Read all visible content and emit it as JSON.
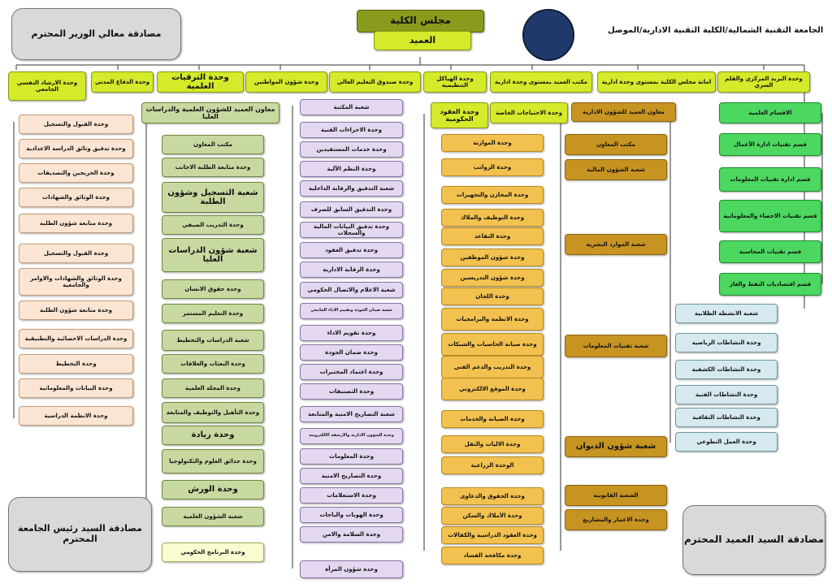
{
  "header": {
    "university": "الجامعة التقنية الشمالية/الكلية التقنية الادارية/الموصل",
    "council": "مجلس الكلية",
    "dean": "العميد",
    "approval_minister": "مصادقة معالي الوزير المحترم",
    "approval_president": "مصادقة السيد رئيس الجامعة المحترم",
    "approval_dean": "مصادقة السيد العميد المحترم"
  },
  "top_row": [
    "وحدة البريد المركزي والقلم السري",
    "امانة مجلس الكلية بمستوى وحدة ادارية",
    "مكتب العميد بمستوى وحدة ادارية",
    "وحدة الهياكل التنظيمية",
    "وحدة صندوق التعليم العالي",
    "وحدة شؤون المواطنين",
    "وحدة الترقيات العلمية",
    "وحدة الدفاع المدني",
    "وحدة الارشاد النفسي الجامعي"
  ],
  "col_peach": [
    "وحدة القبول والتسجيل",
    "وحدة تدقيق وثائق الدراسة الاعدادية",
    "وحدة الخريجين والتصديقات",
    "وحدة الوثائق والشهادات",
    "وحدة متابعة شؤون الطلبة",
    "وحدة القبول والتسجيل",
    "وحدة الوثائق والشهادات والاوامر والجامعية",
    "وحدة متابعة شؤون الطلبة",
    "وحدة الدراسات الاحصائية والتطبيقية",
    "وحدة التخطيط",
    "وحدة البيانات والمعلوماتية",
    "وحدة الانظمة الدراسية"
  ],
  "sci_assistant": "معاون العميد للشؤون العلمية والدراسات العليا",
  "col_sage": [
    "مكتب المعاون",
    "وحدة متابعة الطلبة الاجانب",
    "شعبة التسجيل وشؤون الطلبة",
    "وحدة التدريب الصيفي",
    "شعبة شؤون الدراسات العليا",
    "وحدة حقوق الانسان",
    "وحدة التعليم المستمر",
    "شعبة الدراسات والتخطيط",
    "وحدة البعثات والعلاقات",
    "وحدة المجلة العلمية",
    "وحدة التأهيل والتوظيف والمتابعة",
    "وحدة ريادة",
    "وحدة حدائق العلوم والتكنولوجيا",
    "وحدة الورش",
    "شعبة الشؤون العلمية",
    "وحدة البرنامج الحكومي"
  ],
  "col_lav": [
    "شعبة المكتبة",
    "وحدة الاجراءات الفنية",
    "وحدة خدمات المستفيدين",
    "وحدة النظم الآلية",
    "شعبة التدقيق والرقابة الداخلية",
    "وحدة التدقيق السابق للصرف",
    "وحدة تدقيق البيانات المالية والسجلات",
    "وحدة تدقيق العقود",
    "وحدة الرقابة الادارية",
    "شعبة الاعلام والاتصال الحكومي",
    "شعبة ضمان الجودة وتقييم الاداء الجامعي",
    "وحدة تقويم الاداء",
    "وحدة ضمان الجودة",
    "وحدة اعتماد المختبرات",
    "وحدة التصنيفات",
    "شعبة التصاريح الامنية والمتابعة",
    "وحدة الشؤون الادارية والارشفة الالكترونية",
    "وحدة المعلومات",
    "وحدة التصاريح الامنية",
    "وحدة الاستعلامات",
    "وحدة الهويات والباجات",
    "وحدة السلامة والامن",
    "وحدة شؤون المرأة"
  ],
  "contracts": "وحدة العقود الحكومية",
  "special_needs": "وحدة الاحتياجات الخاصة",
  "admin_assistant": "معاون العميد للشؤون الادارية",
  "col_gold": [
    "وحدة الموازنة",
    "وحدة الرواتب",
    "وحدة المخازن والتجهيزات",
    "وحدة التوظيف والملاك",
    "وحدة التقاعد",
    "وحدة شؤون الموظفين",
    "وحدة شؤون التدريسين",
    "وحدة اللجان",
    "وحدة الانظمة والبرامجيات",
    "وحدة صيانة الحاسبات والشبكات",
    "وحدة التدريب والدعم الفني",
    "وحدة الموقع الالكتروني",
    "وحدة الصيانة والخدمات",
    "وحدة الاليات والنقل",
    "الوحدة الزراعية",
    "وحدة الحقوق والدعاوى",
    "وحدة الأملاك والسكن",
    "وحدة العقود الدراسية والكفالات",
    "وحدة مكافحة الفساد"
  ],
  "col_dgold": [
    "مكتب المعاون",
    "شعبة الشؤون المالية",
    "شعبة الموارد البشرية",
    "شعبة تقنيات المعلومات",
    "شعبة شؤون الديوان",
    "الشعبة القانونية",
    "وحدة الاعمار والمشاريع"
  ],
  "col_green": [
    "الاقسام العلمية",
    "قسم تقنيات ادارة الأعمال",
    "قسم ادارة تقنيات المعلومات",
    "قسم تقنيات الاحصاء والمعلوماتية",
    "قسم تقنيات المحاسبة",
    "قسم اقتصاديات النفط والغاز"
  ],
  "col_blue": [
    "شعبة الانشطة الطلابية",
    "وحدة النشاطات الرياضية",
    "وحدة النشاطات الكشفية",
    "وحدة النشاطات الفنية",
    "وحدة النشاطات الثقافية",
    "وحدة العمل التطوعي"
  ]
}
